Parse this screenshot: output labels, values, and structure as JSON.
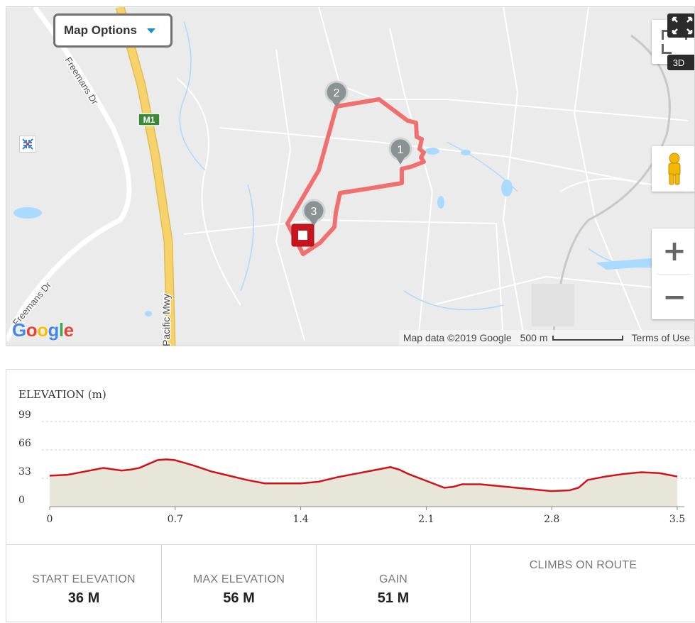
{
  "map": {
    "options_label": "Map Options",
    "road_labels": {
      "freemans_dr_top": "Freemans Dr",
      "freemans_dr_bottom": "Freemans Dr",
      "m1_shield": "M1",
      "pacific_mwy": "Pacific Mwy"
    },
    "markers": [
      "1",
      "2",
      "3"
    ],
    "badge_3d": "3D",
    "zoom_in": "+",
    "zoom_out": "−",
    "google_logo": "Google",
    "footer": {
      "map_data": "Map data ©2019 Google",
      "scale": "500 m",
      "terms": "Terms of Use"
    },
    "colors": {
      "route": "#f07070",
      "finish_marker": "#c8141e",
      "water": "#aadaff",
      "motorway": "#f6d36a"
    }
  },
  "elevation": {
    "title": "ELEVATION (m)"
  },
  "chart_data": {
    "type": "area",
    "title": "ELEVATION (m)",
    "xlabel": "",
    "ylabel": "",
    "ylim": [
      0,
      99
    ],
    "xlim": [
      0,
      3.5
    ],
    "yticks": [
      0,
      33,
      66,
      99
    ],
    "xticks": [
      0,
      0.7,
      1.4,
      2.1,
      2.8,
      3.5
    ],
    "ytick_labels": [
      "0",
      "33",
      "66",
      "99"
    ],
    "xtick_labels": [
      "0",
      "0.7",
      "1.4",
      "2.1",
      "2.8",
      "3.5"
    ],
    "grid": true,
    "line_color": "#d0121b",
    "fill_color": "#e8e6d8",
    "x": [
      0,
      0.1,
      0.2,
      0.3,
      0.4,
      0.45,
      0.5,
      0.6,
      0.65,
      0.7,
      0.8,
      0.9,
      1.0,
      1.1,
      1.2,
      1.3,
      1.4,
      1.5,
      1.6,
      1.7,
      1.8,
      1.9,
      1.95,
      2.0,
      2.1,
      2.2,
      2.25,
      2.3,
      2.4,
      2.5,
      2.6,
      2.7,
      2.8,
      2.9,
      2.95,
      3.0,
      3.1,
      3.2,
      3.3,
      3.4,
      3.5
    ],
    "values": [
      36,
      37,
      41,
      45,
      42,
      43,
      45,
      54,
      55,
      54,
      48,
      41,
      36,
      31,
      27,
      27,
      27,
      29,
      34,
      38,
      42,
      46,
      43,
      38,
      30,
      22,
      23,
      26,
      26,
      24,
      22,
      20,
      18,
      19,
      22,
      31,
      35,
      38,
      40,
      39,
      35
    ]
  },
  "stats": {
    "start_elevation": {
      "label": "START ELEVATION",
      "value": "36 M"
    },
    "max_elevation": {
      "label": "MAX ELEVATION",
      "value": "56 M"
    },
    "gain": {
      "label": "GAIN",
      "value": "51 M"
    },
    "climbs": {
      "label": "CLIMBS ON ROUTE"
    }
  }
}
